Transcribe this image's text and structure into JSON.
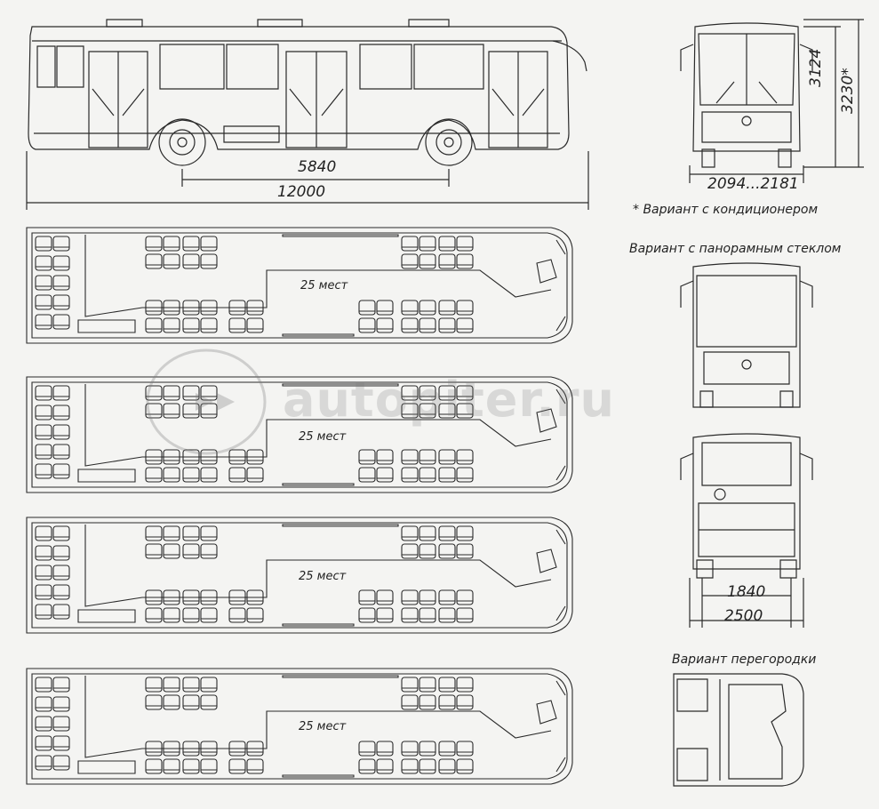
{
  "dimensions": {
    "wheelbase": "5840",
    "overall_length": "12000",
    "height_standard": "3124",
    "height_ac": "3230*",
    "track_front": "2094...2181",
    "track_rear": "1840",
    "overall_width": "2500"
  },
  "notes": {
    "ac_variant": "* Вариант с кондиционером",
    "panoramic_variant": "Вариант с панорамным стеклом",
    "partition_variant": "Вариант перегородки"
  },
  "layouts": [
    {
      "seats_label": "25 мест"
    },
    {
      "seats_label": "25 мест"
    },
    {
      "seats_label": "25 мест"
    },
    {
      "seats_label": "25 мест"
    }
  ],
  "watermark": "autopiter.ru",
  "colors": {
    "line": "#2a2a2a",
    "paper": "#f4f4f2",
    "watermark": "#9a9a9a"
  }
}
